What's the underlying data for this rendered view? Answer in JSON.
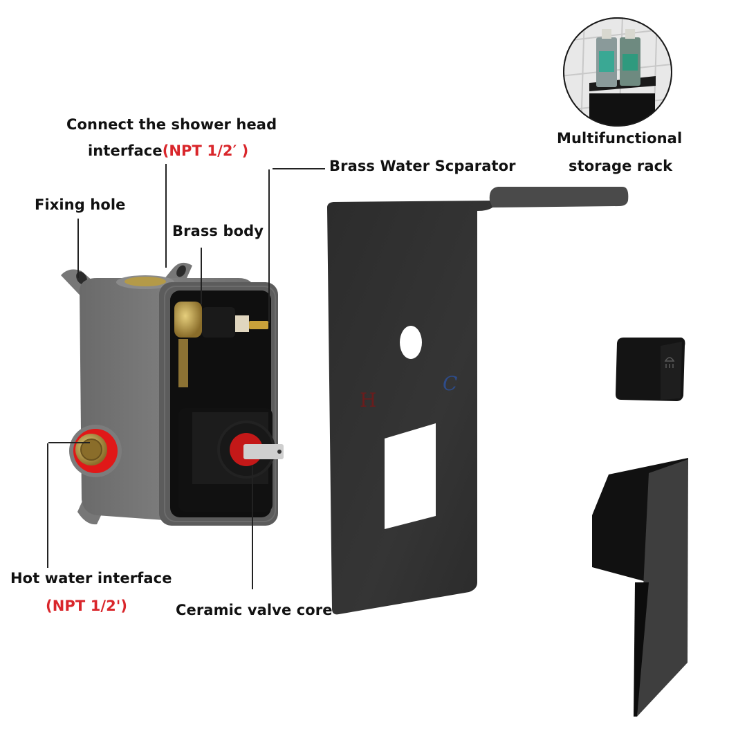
{
  "diagram": {
    "type": "product exploded view",
    "subject": "Concealed shower mixer valve with trim plate, diverter knob and lever handle",
    "colors": {
      "label_text": "#111111",
      "spec_text": "#d9262b",
      "valve_body": "#737373",
      "trim": "#262626",
      "brass": "#b8963f",
      "seal_red": "#e01818",
      "hot_mark": "#7a1a1a",
      "cold_mark": "#2a4a8a"
    }
  },
  "callouts": {
    "shower_head": {
      "line1": "Connect the shower head",
      "line2_prefix": "interface",
      "line2_spec": "(NPT 1/2′  )"
    },
    "separator": {
      "label": "Brass Water Scparator"
    },
    "fixing_hole": {
      "label": "Fixing hole"
    },
    "brass_body": {
      "label": "Brass body"
    },
    "hot_water": {
      "label": "Hot water interface",
      "spec": "(NPT 1/2')"
    },
    "ceramic": {
      "label": "Ceramic valve core"
    },
    "storage_rack": {
      "line1": "Multifunctional",
      "line2": "storage rack"
    }
  },
  "trim_plate": {
    "hot_mark": "H",
    "cold_mark": "C"
  }
}
